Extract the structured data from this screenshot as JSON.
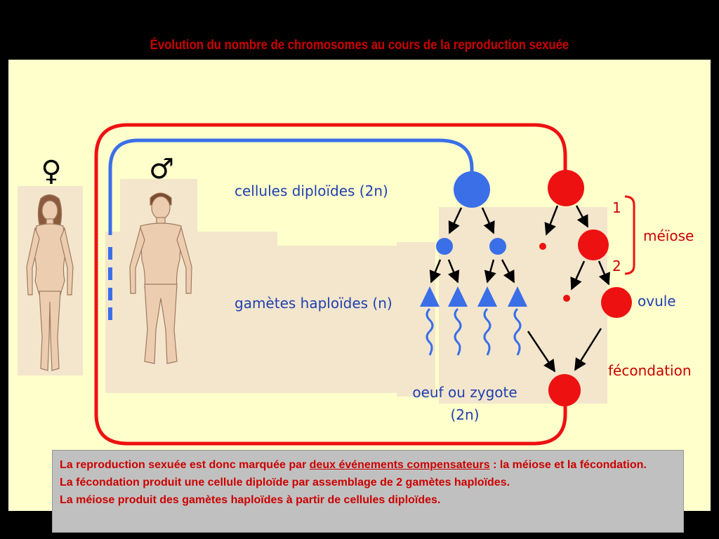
{
  "title": "Évolution du nombre de chromosomes au cours de la reproduction sexuée",
  "labels": {
    "female_symbol": "♀",
    "male_symbol": "♂",
    "diploid_cells": "cellules diploïdes (2n)",
    "haploid_gametes": "gamètes haploïdes (n)",
    "zygote_line1": "oeuf ou zygote",
    "zygote_line2": "(2n)",
    "step_1": "1",
    "step_2": "2",
    "meiosis": "méïose",
    "ovule": "ovule",
    "fertilization": "fécondation"
  },
  "summary": {
    "line1_before": "La reproduction sexuée est donc marquée par ",
    "line1_underlined": "deux événements compensateurs",
    "line1_after": " : la méiose et la fécondation.",
    "line2": "La fécondation produit une cellule diploïde par assemblage de 2 gamètes haploïdes.",
    "line3": "La méiose produit des gamètes haploïdes à partir de cellules diploïdes."
  },
  "colors": {
    "male_blue": "#3A6FE8",
    "female_red": "#EE1111",
    "title_red": "#CC0000",
    "text_blue": "#1F3FB0"
  },
  "icons": [
    "female-symbol-icon",
    "male-symbol-icon",
    "woman-figure",
    "man-figure"
  ]
}
